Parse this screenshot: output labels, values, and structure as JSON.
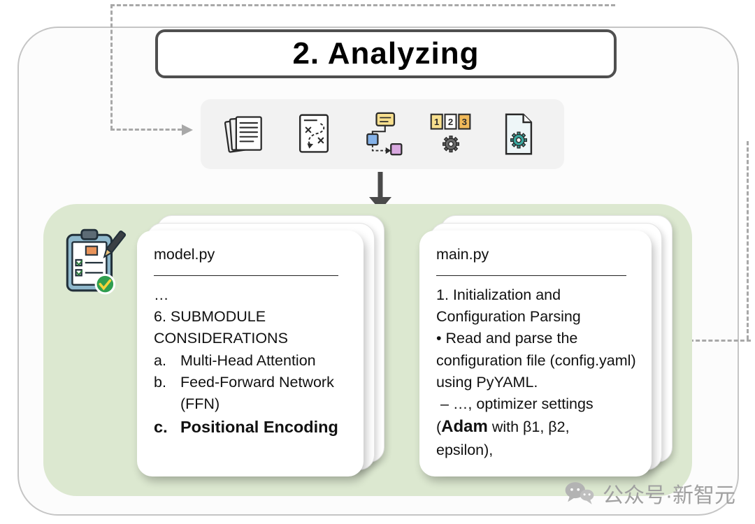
{
  "colors": {
    "panel_green": "#dce8d0",
    "frame_border": "#c5c5c5",
    "dashed_line": "#a8a8a8",
    "arrow": "#4a4a4a",
    "check_badge_green": "#2f9e4f"
  },
  "stage": {
    "title": "2. Analyzing"
  },
  "pipeline": {
    "icons": [
      {
        "name": "stacked-documents-icon"
      },
      {
        "name": "strategy-plan-icon"
      },
      {
        "name": "flowchart-icon"
      },
      {
        "name": "numbered-files-gear-icon"
      },
      {
        "name": "document-gear-icon"
      }
    ]
  },
  "analysis": {
    "clipboard_icon": "checklist-clipboard-icon",
    "left_card": {
      "filename": "model.py",
      "ellipsis": "…",
      "heading": "6. SUBMODULE CONSIDERATIONS",
      "items": [
        {
          "marker": "a.",
          "text": "Multi-Head Attention"
        },
        {
          "marker": "b.",
          "text": "Feed-Forward Network (FFN)"
        },
        {
          "marker": "c.",
          "text": "Positional Encoding"
        }
      ]
    },
    "right_card": {
      "filename": "main.py",
      "p1": "1. Initialization and Configuration Parsing",
      "p2": "• Read and parse the configuration file (config.yaml) using PyYAML.",
      "p3": " – …, optimizer settings",
      "p4_open": "(",
      "p4_bold": "Adam",
      "p4_rest": " with β1, β2, epsilon),"
    }
  },
  "watermark": {
    "text": "公众号·新智元"
  }
}
